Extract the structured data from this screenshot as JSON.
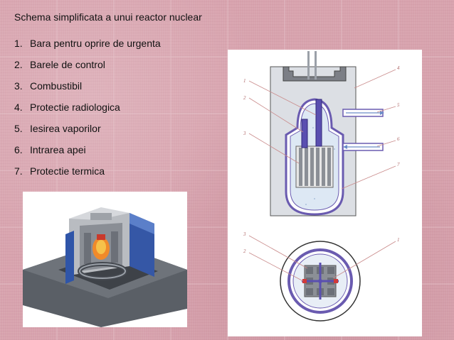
{
  "slide": {
    "title": "Schema simplificata a unui reactor nuclear",
    "items": [
      {
        "num": "1.",
        "text": "Bara pentru oprire de urgenta"
      },
      {
        "num": "2.",
        "text": "Barele de control"
      },
      {
        "num": "3.",
        "text": "Combustibil"
      },
      {
        "num": "4.",
        "text": "Protectie radiologica"
      },
      {
        "num": "5.",
        "text": "Iesirea vaporilor"
      },
      {
        "num": "6.",
        "text": "Intrarea apei"
      },
      {
        "num": "7.",
        "text": "Protectie termica"
      }
    ]
  },
  "diagram": {
    "labels": [
      "1",
      "2",
      "3",
      "4",
      "5",
      "6",
      "7",
      "3",
      "2",
      "1"
    ]
  },
  "colors": {
    "background": "#d8a3ae",
    "vessel": "#6a5bb0",
    "concrete": "#d9dde3",
    "water": "#d8e6f3",
    "rod": "#5a4fb0",
    "leader": "#c98a8a"
  }
}
